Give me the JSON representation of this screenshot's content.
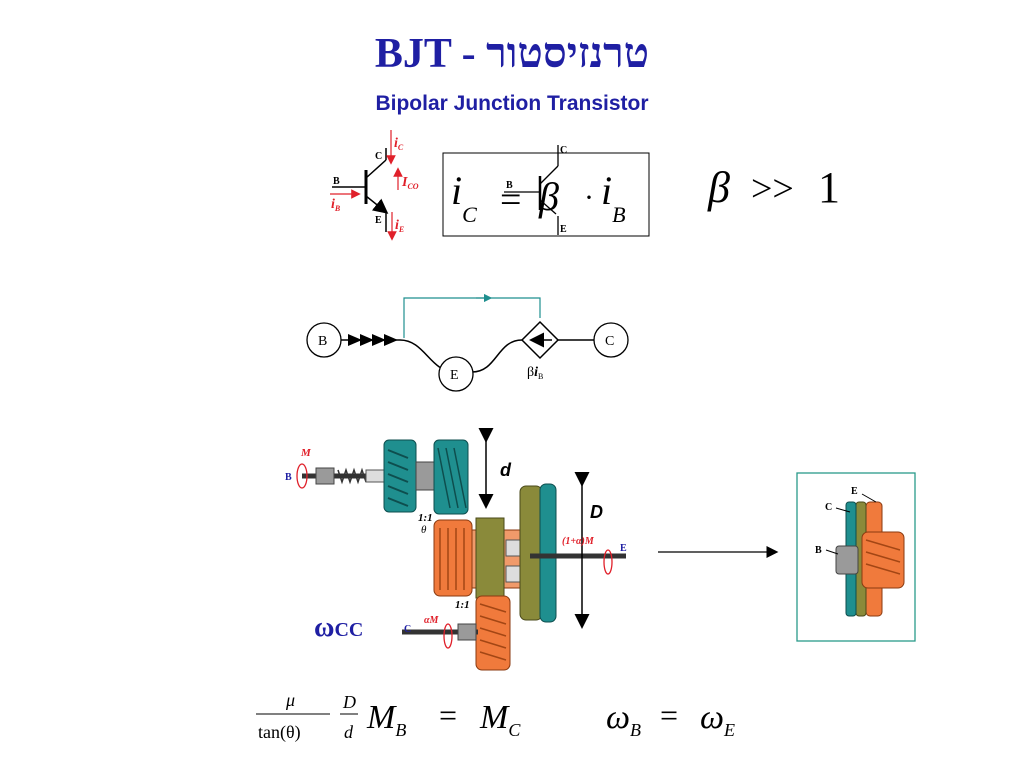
{
  "title": {
    "latin": "BJT -",
    "hebrew": "טרנזיסטור"
  },
  "subtitle": "Bipolar Junction Transistor",
  "colors": {
    "title": "#1f1fa3",
    "red": "#e0202a",
    "teal": "#1f8f8f",
    "orange": "#f07a3c",
    "olive": "#8a8a3a",
    "green_frame": "#2a9a8a"
  },
  "symbol": {
    "c": "C",
    "b": "B",
    "e": "E",
    "ic": "i",
    "ic_sub": "C",
    "ib": "i",
    "ib_sub": "B",
    "ie": "i",
    "ie_sub": "E",
    "ico": "I",
    "ico_sub": "CO"
  },
  "equation": {
    "lhs": "i",
    "lhs_sub": "C",
    "eq": "=",
    "beta": "β",
    "dot": "·",
    "rhs": "i",
    "rhs_sub": "B",
    "sym_c": "C",
    "sym_b": "B",
    "sym_e": "E"
  },
  "beta_condition": {
    "beta": "β",
    "op": ">>",
    "one": "1"
  },
  "flow": {
    "b": "B",
    "e": "E",
    "c": "C",
    "beta": "β",
    "i": "i",
    "i_sub": "B"
  },
  "gears": {
    "m": "M",
    "b": "B",
    "d_small": "d",
    "d_big": "D",
    "ratio1": "1:1",
    "theta": "θ",
    "ratio2": "1:1",
    "alpha_m": "(1+α)M",
    "e": "E",
    "c": "C",
    "am": "αM",
    "omega": "ω",
    "cc": "CC"
  },
  "inset": {
    "e": "E",
    "c": "C",
    "b": "B"
  },
  "bottom_eq": {
    "mu": "μ",
    "tan": "tan(θ)",
    "D": "D",
    "d": "d",
    "M": "M",
    "sub_b": "B",
    "eq": "=",
    "sub_c": "C",
    "omega": "ω",
    "sub_e": "E"
  }
}
